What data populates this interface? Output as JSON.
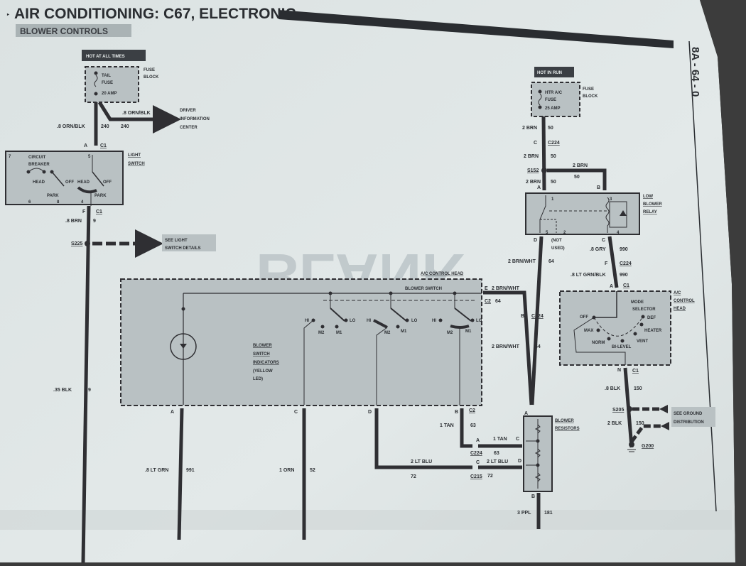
{
  "page": {
    "title": "AIR CONDITIONING: C67, ELECTRONIC",
    "section": "BLOWER CONTROLS",
    "page_number": "8A - 64 - 0",
    "watermark": "BLANK"
  },
  "colors": {
    "paper": "#dfe6e6",
    "component_fill": "#b9c1c3",
    "wire": "#2f2f33",
    "text": "#2c2f33",
    "label_box": "#3b3f44"
  },
  "power_sources": {
    "left": "HOT AT ALL TIMES",
    "right": "HOT IN RUN"
  },
  "components": {
    "tail_fuse": {
      "lines": [
        "TAIL",
        "FUSE"
      ],
      "rating": "20 AMP",
      "block": [
        "FUSE",
        "BLOCK"
      ]
    },
    "htr_fuse": {
      "lines": [
        "HTR A/C",
        "FUSE"
      ],
      "rating": "25 AMP",
      "block": [
        "FUSE",
        "BLOCK"
      ]
    },
    "light_switch": {
      "name": [
        "LIGHT",
        "SWITCH"
      ],
      "circuit_breaker": [
        "CIRCUIT",
        "BREAKER"
      ],
      "positions": [
        "HEAD",
        "PARK",
        "OFF",
        "HEAD",
        "OFF",
        "PARK"
      ],
      "pins": [
        "7",
        "5",
        "6",
        "8",
        "4"
      ]
    },
    "low_blower_relay": {
      "name": [
        "LOW",
        "BLOWER",
        "RELAY"
      ],
      "pins": [
        "1",
        "3",
        "5",
        "2",
        "4"
      ],
      "not_used": [
        "(NOT",
        "USED)"
      ]
    },
    "ac_control_head_right": {
      "name": [
        "A/C",
        "CONTROL",
        "HEAD"
      ],
      "mode_selector": [
        "MODE",
        "SELECTOR"
      ],
      "modes": [
        "OFF",
        "MAX",
        "NORM",
        "BI-LEVEL",
        "VENT",
        "HEATER",
        "DEF"
      ]
    },
    "ac_control_head_main": {
      "title": "A/C CONTROL HEAD",
      "blower_switch": "BLOWER SWITCH",
      "indicators": [
        "BLOWER",
        "SWITCH",
        "INDICATORS",
        "(YELLOW",
        "LED)"
      ],
      "switch_positions": [
        "HI",
        "M2",
        "M1",
        "LO"
      ]
    },
    "blower_resistors": {
      "name": [
        "BLOWER",
        "RESISTORS"
      ],
      "pins": [
        "A",
        "C",
        "D",
        "B"
      ]
    },
    "driver_info": [
      "DRIVER",
      "INFORMATION",
      "CENTER"
    ],
    "see_light_switch": [
      "SEE LIGHT",
      "SWITCH DETAILS"
    ],
    "see_ground": [
      "SEE GROUND",
      "DISTRIBUTION"
    ]
  },
  "wires": [
    {
      "gauge_color": ".8 ORN/BLK",
      "circuit": "240"
    },
    {
      "gauge_color": ".8 ORN/BLK",
      "circuit": "240",
      "to": "DRIVER INFORMATION CENTER"
    },
    {
      "gauge_color": ".8 BRN",
      "circuit": "9"
    },
    {
      "gauge_color": ".35 BLK",
      "circuit": "9"
    },
    {
      "gauge_color": ".8 LT GRN",
      "circuit": "991"
    },
    {
      "gauge_color": "1 ORN",
      "circuit": "52"
    },
    {
      "gauge_color": "2 LT BLU",
      "circuit": "72"
    },
    {
      "gauge_color": "1 TAN",
      "circuit": "63"
    },
    {
      "gauge_color": "2 BRN/WHT",
      "circuit": "64"
    },
    {
      "gauge_color": "2 BRN",
      "circuit": "50"
    },
    {
      "gauge_color": ".8 GRY",
      "circuit": "990"
    },
    {
      "gauge_color": ".8 LT GRN/BLK",
      "circuit": "990"
    },
    {
      "gauge_color": ".8 BLK",
      "circuit": "150"
    },
    {
      "gauge_color": "2 BLK",
      "circuit": "150"
    },
    {
      "gauge_color": "3 PPL",
      "circuit": "181"
    }
  ],
  "connectors": {
    "c1": "C1",
    "c2": "C2",
    "c224": "C224",
    "c215": "C215",
    "s225": "S225",
    "s152": "S152",
    "s205": "S205",
    "g200": "G200"
  },
  "pins": {
    "a": "A",
    "b": "B",
    "c": "C",
    "d": "D",
    "e": "E",
    "f": "F",
    "n": "N"
  }
}
